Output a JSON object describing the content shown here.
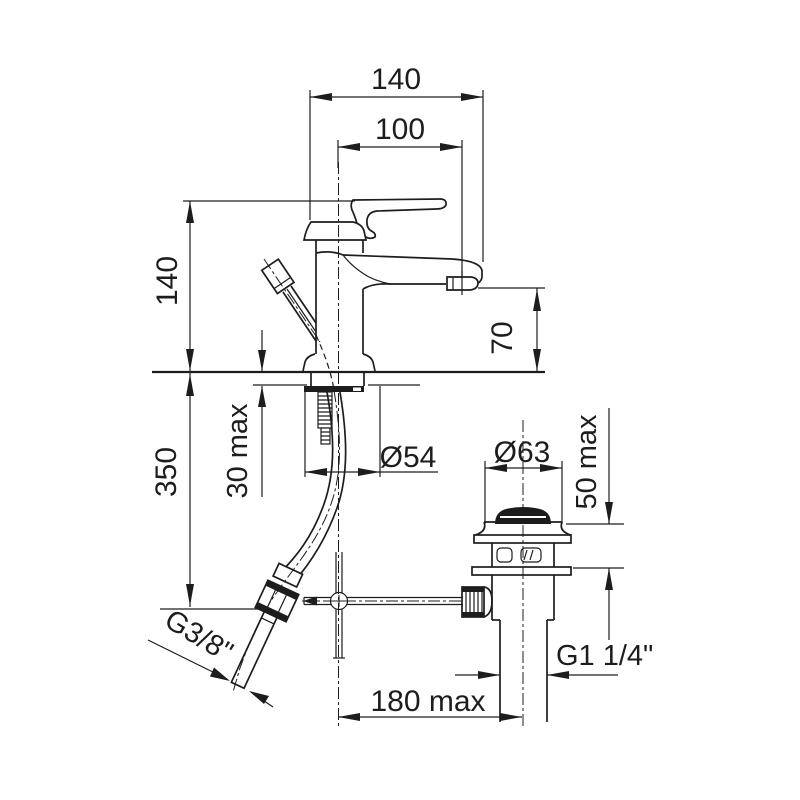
{
  "drawing": {
    "colors": {
      "line": "#1d1d1d",
      "background": "#ffffff"
    },
    "labels": {
      "width_total": "140",
      "spout_reach": "100",
      "height_above_deck": "140",
      "outlet_height": "70",
      "deck_thickness": "30 max",
      "below_deck_length": "350",
      "base_diameter": "Ø54",
      "waste_diameter": "Ø63",
      "basin_thickness": "50 max",
      "supply_thread": "G3/8\"",
      "waste_thread": "G1 1/4\"",
      "axis_distance": "180 max"
    }
  }
}
